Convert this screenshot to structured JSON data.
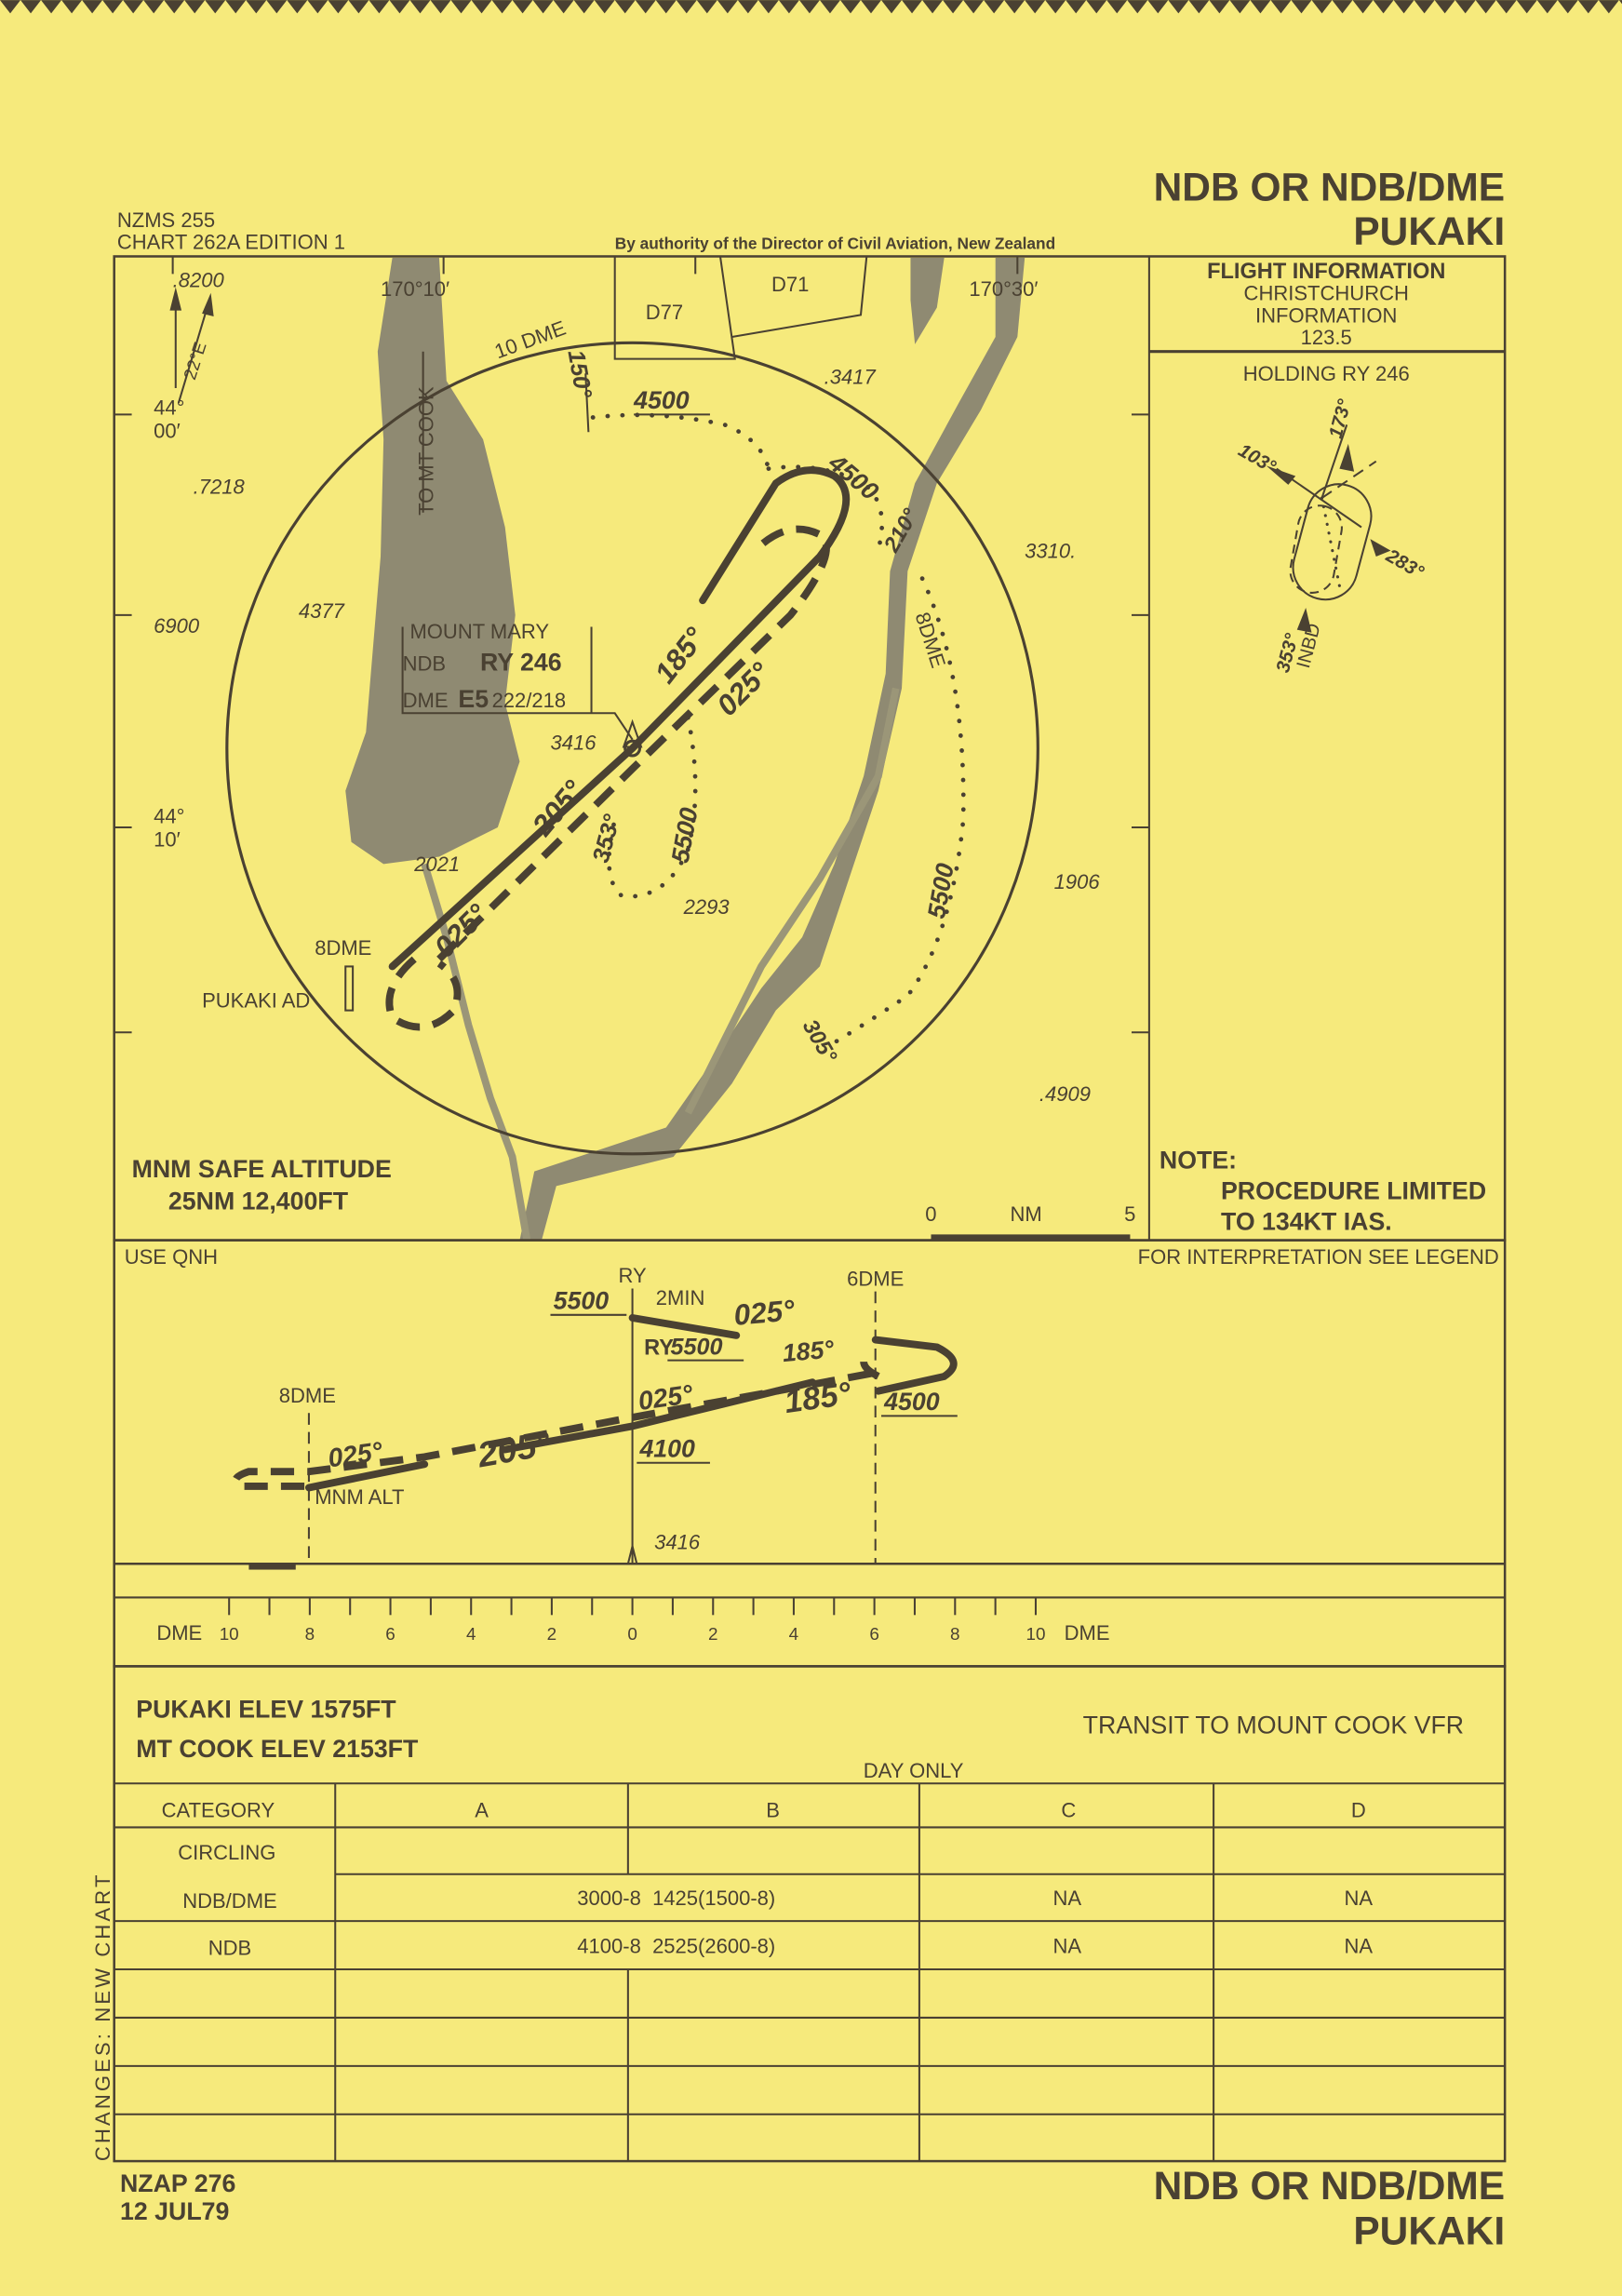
{
  "colors": {
    "paper": "#f6ea7c",
    "ink": "#4a4132",
    "terrain": "#8f8a72"
  },
  "header": {
    "series": "NZMS 255",
    "chart": "CHART 262A EDITION 1",
    "authority": "By authority of the Director of Civil Aviation, New Zealand",
    "title_line1": "NDB OR NDB/DME",
    "title_line2": "PUKAKI"
  },
  "plan": {
    "labels": {
      "elev_8200": ".8200",
      "lon_10": "170°10′",
      "d77": "D77",
      "d71": "D71",
      "lon_30": "170°30′",
      "variation": "22°E",
      "lat_00_deg": "44°",
      "lat_00_min": "00′",
      "elev_7218": ".7218",
      "elev_6900": "6900",
      "elev_4377": "4377",
      "lat_10_deg": "44°",
      "lat_10_min": "10′",
      "elev_2021": "2021",
      "elev_2293": "2293",
      "elev_1906": "1906",
      "elev_4909": ".4909",
      "elev_3310": "3310.",
      "elev_3417": ".3417",
      "elev_3416": "3416",
      "dme10": "10 DME",
      "to_mt_cook": "TO MT COOK",
      "crs_150": "150°",
      "alt_4500_a": "4500",
      "alt_4500_b": "4500",
      "crs_210": "210°",
      "dme8_right": "8DME",
      "alt_5500_a": "5500",
      "alt_5500_b": "5500",
      "crs_305": "305°",
      "crs_185": "185°",
      "crs_025_a": "025°",
      "crs_025_b": "025°",
      "crs_205": "205°",
      "crs_353": "353°",
      "dme8_left": "8DME",
      "pukaki_ad": "PUKAKI AD"
    },
    "navaid": {
      "name": "MOUNT MARY",
      "type": "NDB",
      "ident": "RY 246",
      "dme_label": "DME",
      "dme_channel": "E5",
      "dme_freq": "222/218"
    },
    "msa": {
      "line1": "MNM SAFE ALTITUDE",
      "line2": "25NM 12,400FT"
    },
    "scale": {
      "start": "0",
      "unit": "NM",
      "end": "5"
    }
  },
  "side_panel": {
    "flight_info": {
      "title": "FLIGHT INFORMATION",
      "line1": "CHRISTCHURCH",
      "line2": "INFORMATION",
      "freq": "123.5"
    },
    "holding": {
      "title": "HOLDING RY 246",
      "c103": "103°",
      "c173": "173°",
      "c283": "283°",
      "c353": "353°",
      "inbd": "INBD"
    },
    "note": {
      "label": "NOTE:",
      "line1": "PROCEDURE LIMITED",
      "line2": "TO 134KT IAS."
    }
  },
  "profile": {
    "use_qnh": "USE QNH",
    "legend": "FOR INTERPRETATION SEE LEGEND",
    "ry": "RY",
    "dme6": "6DME",
    "alt5500": "5500",
    "two_min": "2MIN",
    "crs025_top": "025°",
    "ry2": "RY",
    "alt5500_b": "5500",
    "crs185_a": "185°",
    "crs025_mid": "025°",
    "crs185_b": "185°",
    "alt4500": "4500",
    "dme8": "8DME",
    "crs025_low": "025°",
    "crs205": "205°",
    "alt4100": "4100",
    "mnm_alt": "MNM ALT",
    "elev3416": "3416"
  },
  "dme_scale": {
    "left_label": "DME",
    "right_label": "DME",
    "ticks": [
      "10",
      "8",
      "6",
      "4",
      "2",
      "0",
      "2",
      "4",
      "6",
      "8",
      "10"
    ]
  },
  "info": {
    "pukaki_elev": "PUKAKI ELEV 1575FT",
    "mtcook_elev": "MT COOK ELEV 2153FT",
    "transit": "TRANSIT TO MOUNT COOK  VFR",
    "day_only": "DAY ONLY"
  },
  "minima": {
    "headers": [
      "CATEGORY",
      "A",
      "B",
      "C",
      "D"
    ],
    "rows": [
      {
        "label": "CIRCLING"
      },
      {
        "label": "NDB/DME",
        "ab": "3000-8  1425(1500-8)",
        "c": "NA",
        "d": "NA"
      },
      {
        "label": "NDB",
        "ab": "4100-8  2525(2600-8)",
        "c": "NA",
        "d": "NA"
      }
    ]
  },
  "footer": {
    "changes": "CHANGES: NEW CHART",
    "chart_no": "NZAP 276",
    "date": "12 JUL79",
    "title_line1": "NDB OR NDB/DME",
    "title_line2": "PUKAKI"
  }
}
